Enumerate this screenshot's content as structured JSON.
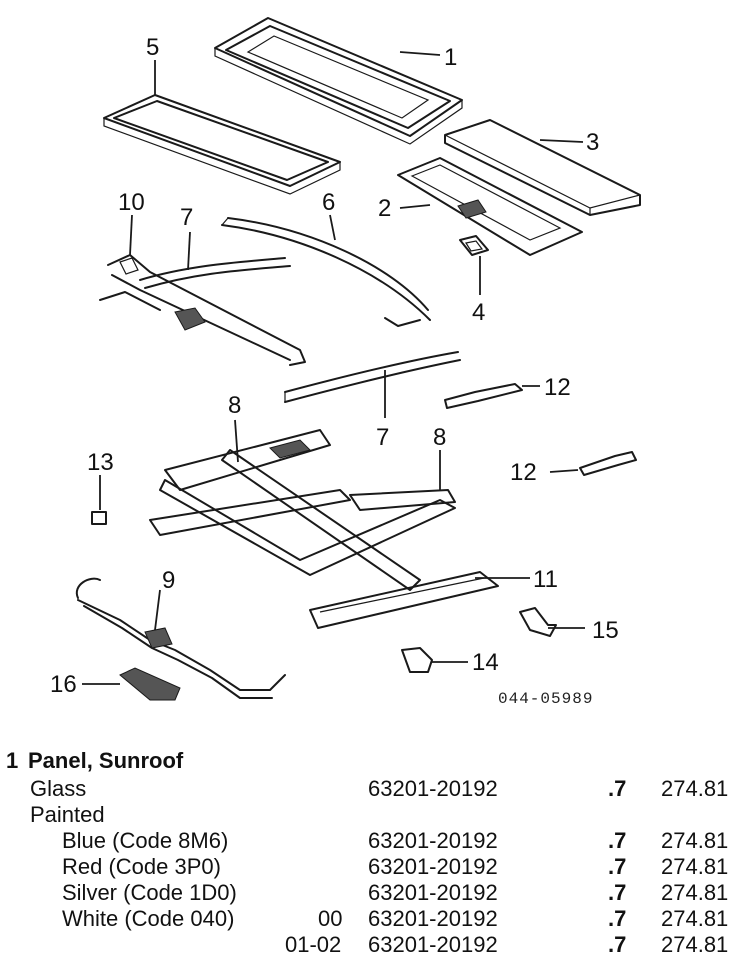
{
  "diagram": {
    "callouts": [
      "1",
      "2",
      "3",
      "4",
      "5",
      "6",
      "7",
      "7",
      "8",
      "8",
      "9",
      "10",
      "11",
      "12",
      "12",
      "13",
      "14",
      "15",
      "16"
    ],
    "figure_code": "044-05989"
  },
  "section": {
    "number": "1",
    "title": "Panel, Sunroof"
  },
  "items": [
    {
      "desc": "Glass",
      "year": "",
      "part_no": "63201-20192",
      "qty": ".7",
      "price": "274.81"
    },
    {
      "desc": "Painted",
      "year": "",
      "part_no": "",
      "qty": "",
      "price": ""
    },
    {
      "desc": "Blue (Code 8M6)",
      "year": "",
      "part_no": "63201-20192",
      "qty": ".7",
      "price": "274.81"
    },
    {
      "desc": "Red (Code 3P0)",
      "year": "",
      "part_no": "63201-20192",
      "qty": ".7",
      "price": "274.81"
    },
    {
      "desc": "Silver (Code 1D0)",
      "year": "",
      "part_no": "63201-20192",
      "qty": ".7",
      "price": "274.81"
    },
    {
      "desc": "White (Code 040)",
      "year": "00",
      "part_no": "63201-20192",
      "qty": ".7",
      "price": "274.81"
    },
    {
      "desc": "",
      "year": "01-02",
      "part_no": "63201-20192",
      "qty": ".7",
      "price": "274.81"
    }
  ]
}
